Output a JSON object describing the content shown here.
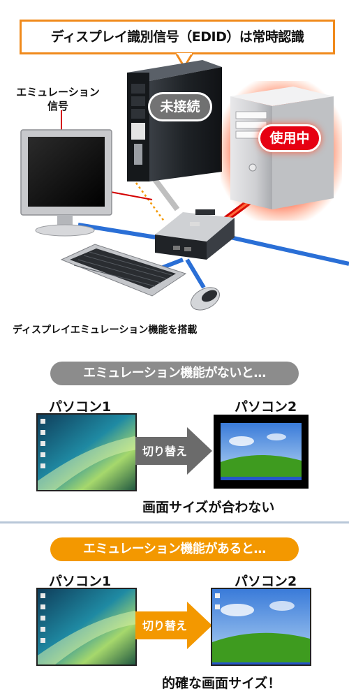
{
  "title": "ディスプレイ識別信号（EDID）は常時認識",
  "badges": {
    "disconnected": "未接続",
    "in_use": "使用中"
  },
  "emulation_signal_label": [
    "エミュレーション",
    "信号"
  ],
  "emulation_caption": "ディスプレイエミュレーション機能を搭載",
  "sections": {
    "without": {
      "header": "エミュレーション機能がないと…",
      "pc1_label": "パソコン1",
      "pc2_label": "パソコン2",
      "switch_label": "切り替え",
      "result": "画面サイズが合わない"
    },
    "with": {
      "header": "エミュレーション機能があると…",
      "pc1_label": "パソコン1",
      "pc2_label": "パソコン2",
      "switch_label": "切り替え",
      "result": "的確な画面サイズ！"
    }
  },
  "colors": {
    "title_border": "#f08a1c",
    "in_use_red": "#e60012",
    "emulation_red_line": "#d40000",
    "connection_blue": "#2a6fd6",
    "without_pill": "#8c8c8c",
    "with_pill": "#f39800",
    "divider": "#b8c7d8"
  }
}
